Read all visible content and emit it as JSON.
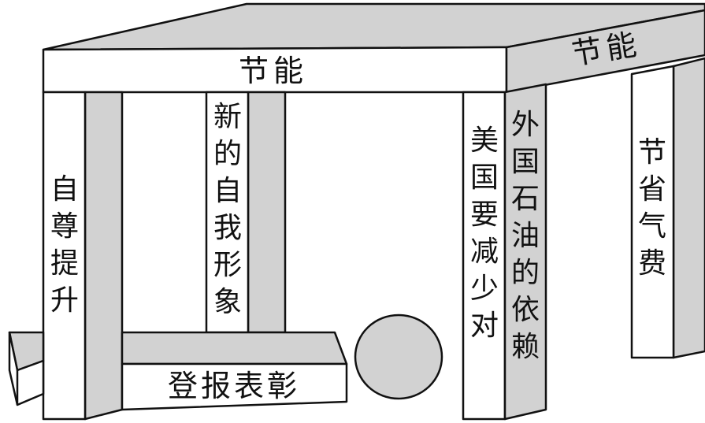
{
  "beam": {
    "front_label": "节能",
    "side_label": "节能"
  },
  "pillars": [
    {
      "id": "self-esteem",
      "text": "自尊提升"
    },
    {
      "id": "self-image",
      "text": "新的自我形象"
    },
    {
      "id": "us-reduce",
      "text": "美国要减少对"
    },
    {
      "id": "foreign-oil",
      "text": "外国石油的依赖"
    },
    {
      "id": "save-gas",
      "text": "节省气费"
    }
  ],
  "block": {
    "label": "登报表彰"
  },
  "colors": {
    "face_light": "#ffffff",
    "face_shade": "#d2d2d2",
    "outline": "#111111"
  }
}
